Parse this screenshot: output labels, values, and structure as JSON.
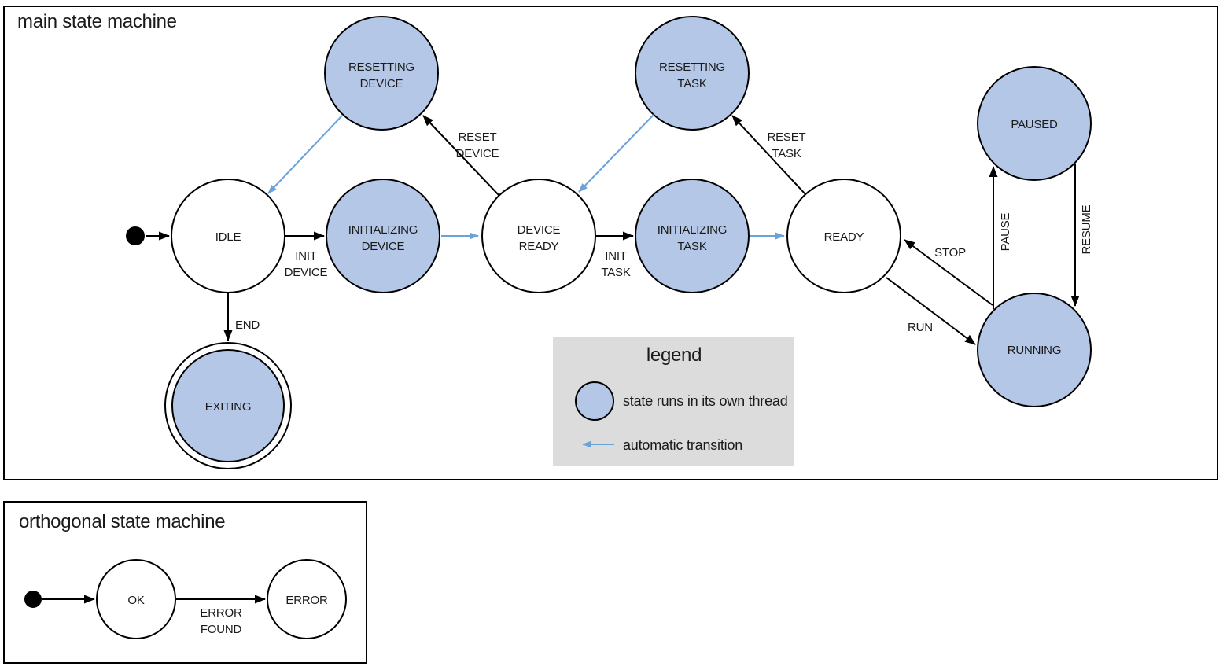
{
  "colors": {
    "state_fill_threaded": "#b4c7e7",
    "state_fill_normal": "#ffffff",
    "outline": "#000000",
    "automatic_transition": "#6aa2da",
    "legend_background": "#dcdcdc"
  },
  "main": {
    "title": "main state machine",
    "states": {
      "idle": "IDLE",
      "resetting_device": {
        "l1": "RESETTING",
        "l2": "DEVICE"
      },
      "initializing_device": {
        "l1": "INITIALIZING",
        "l2": "DEVICE"
      },
      "device_ready": {
        "l1": "DEVICE",
        "l2": "READY"
      },
      "resetting_task": {
        "l1": "RESETTING",
        "l2": "TASK"
      },
      "initializing_task": {
        "l1": "INITIALIZING",
        "l2": "TASK"
      },
      "ready": "READY",
      "paused": "PAUSED",
      "running": "RUNNING",
      "exiting": "EXITING"
    },
    "transitions": {
      "init_device": {
        "l1": "INIT",
        "l2": "DEVICE"
      },
      "reset_device": {
        "l1": "RESET",
        "l2": "DEVICE"
      },
      "init_task": {
        "l1": "INIT",
        "l2": "TASK"
      },
      "reset_task": {
        "l1": "RESET",
        "l2": "TASK"
      },
      "run": "RUN",
      "stop": "STOP",
      "pause": "PAUSE",
      "resume": "RESUME",
      "end": "END"
    }
  },
  "legend": {
    "title": "legend",
    "threaded_state": "state runs in its own thread",
    "automatic_transition": "automatic transition"
  },
  "orthogonal": {
    "title": "orthogonal state machine",
    "states": {
      "ok": "OK",
      "error": "ERROR"
    },
    "transitions": {
      "error_found": {
        "l1": "ERROR",
        "l2": "FOUND"
      }
    }
  }
}
